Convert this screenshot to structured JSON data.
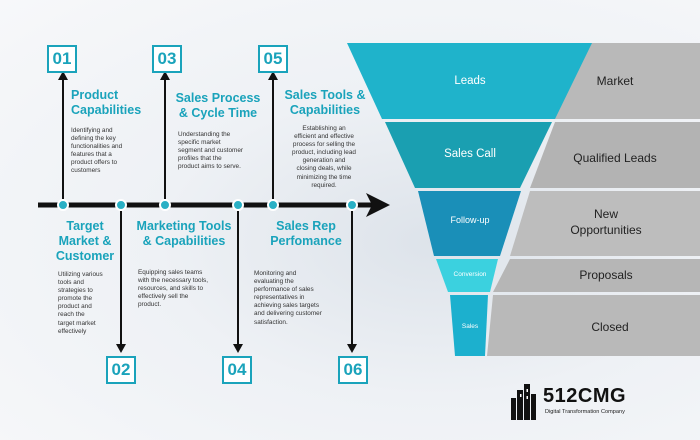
{
  "steps": [
    {
      "num": "01",
      "title": [
        "Product",
        "Capabilities"
      ],
      "desc": [
        "Identifying and",
        "defining the key",
        "functionalities and",
        "features that a",
        "product offers to",
        "customers"
      ]
    },
    {
      "num": "02",
      "title": [
        "Target",
        "Market &",
        "Customer"
      ],
      "desc": [
        "Utilizing various",
        "tools and",
        "strategies to",
        "promote the",
        "product and",
        "reach the",
        "target market",
        "effectively"
      ]
    },
    {
      "num": "03",
      "title": [
        "Sales Process",
        "& Cycle Time"
      ],
      "desc": [
        "Understanding the",
        "specific market",
        "segment and customer",
        "profiles that the",
        "product aims to serve."
      ]
    },
    {
      "num": "04",
      "title": [
        "Marketing Tools",
        "& Capabilities"
      ],
      "desc": [
        "Equipping sales teams",
        "with the necessary tools,",
        "resources, and skills to",
        "effectively sell the",
        "product."
      ]
    },
    {
      "num": "05",
      "title": [
        "Sales Tools &",
        "Capabilities"
      ],
      "desc": [
        "Establishing an",
        "efficient and effective",
        "process for selling the",
        "product, including lead",
        "generation and",
        "closing deals, while",
        "minimizing the time",
        "required."
      ]
    },
    {
      "num": "06",
      "title": [
        "Sales Rep",
        "Perfomance"
      ],
      "desc": [
        "Monitoring and",
        "evaluating the",
        "performance of sales",
        "representatives in",
        "achieving sales targets",
        "and delivering customer",
        "satisfaction."
      ]
    }
  ],
  "funnel": [
    {
      "stage": "Leads",
      "outcome": [
        "Market"
      ],
      "color": "#1fb3cb"
    },
    {
      "stage": "Sales Call",
      "outcome": [
        "Qualified Leads"
      ],
      "color": "#1a9fb1"
    },
    {
      "stage": "Follow-up",
      "outcome": [
        "New",
        "Opportunities"
      ],
      "color": "#1a8fb8"
    },
    {
      "stage": "Conversion",
      "outcome": [
        "Proposals"
      ],
      "color": "#3bd1df"
    },
    {
      "stage": "Sales",
      "outcome": [
        "Closed"
      ],
      "color": "#1cb0ce"
    }
  ],
  "logo": {
    "name": "512CMG",
    "tagline": "Digital Transformation Company"
  },
  "colors": {
    "accent": "#1aa3bb",
    "gray": "#b9b9b9",
    "line": "#111111"
  }
}
